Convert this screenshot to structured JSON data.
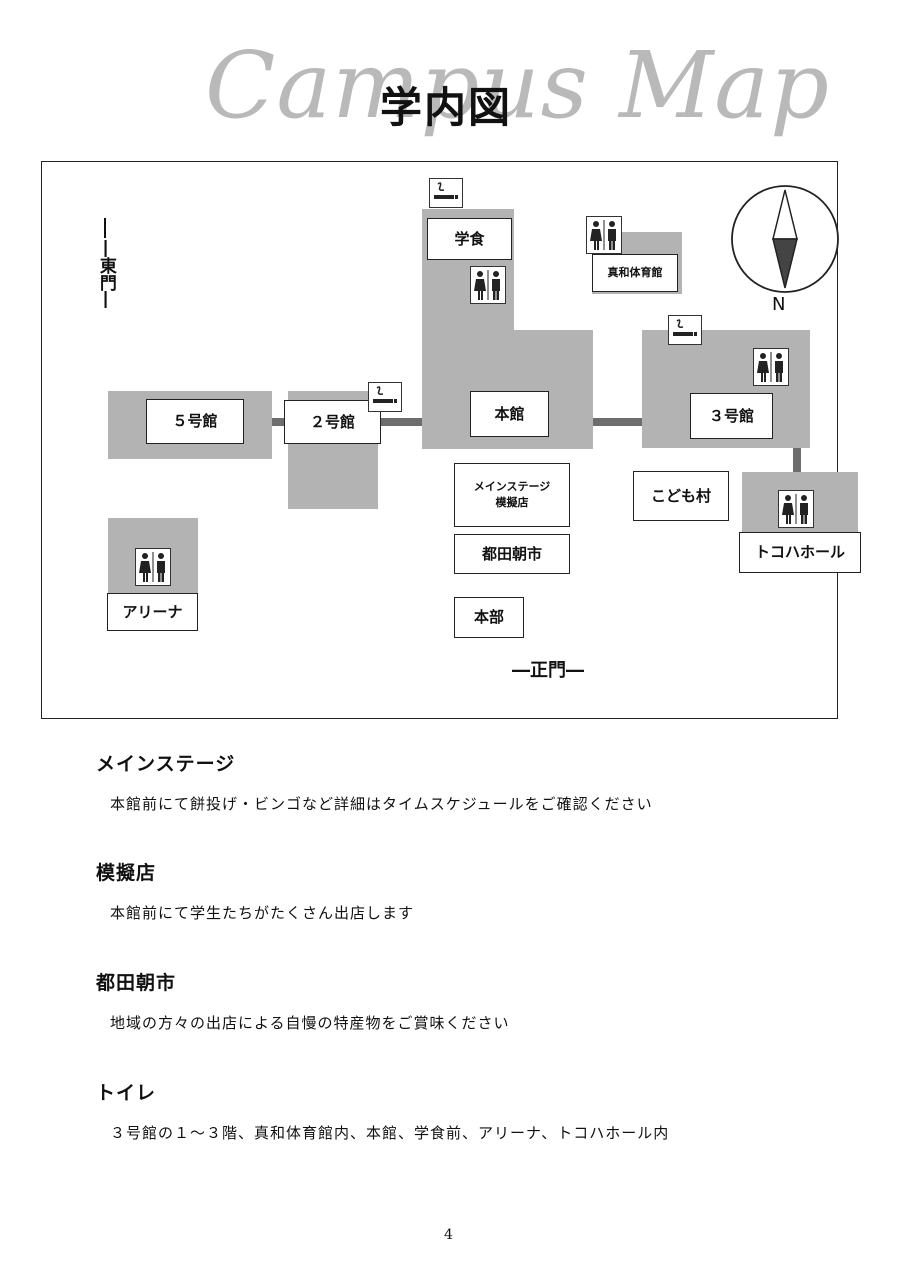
{
  "watermark": "Campus Map",
  "title": "学内図",
  "map": {
    "east_gate": "―東門―",
    "main_gate": "―正門―",
    "north": "N",
    "buildings": {
      "gakushoku": "学食",
      "shinwa_gym": "真和体育館",
      "honkan": "本館",
      "bldg5": "５号館",
      "bldg2": "２号館",
      "bldg3": "３号館",
      "main_stage": "メインステージ",
      "mogiten": "模擬店",
      "kodomomura": "こども村",
      "tsuda_asaichi": "都田朝市",
      "tokoha_hall": "トコハホール",
      "honbu": "本部",
      "arena": "アリーナ"
    }
  },
  "sections": [
    {
      "heading": "メインステージ",
      "text": "本館前にて餅投げ・ビンゴなど詳細はタイムスケジュールをご確認ください"
    },
    {
      "heading": "模擬店",
      "text": "本館前にて学生たちがたくさん出店します"
    },
    {
      "heading": "都田朝市",
      "text": "地域の方々の出店による自慢の特産物をご賞味ください"
    },
    {
      "heading": "トイレ",
      "text": "３号館の１～３階、真和体育館内、本館、学食前、アリーナ、トコハホール内"
    }
  ],
  "page_number": "4",
  "colors": {
    "building_gray": "#b3b3b3",
    "path_gray": "#6d6d6d",
    "watermark": "#b9b9b9"
  }
}
